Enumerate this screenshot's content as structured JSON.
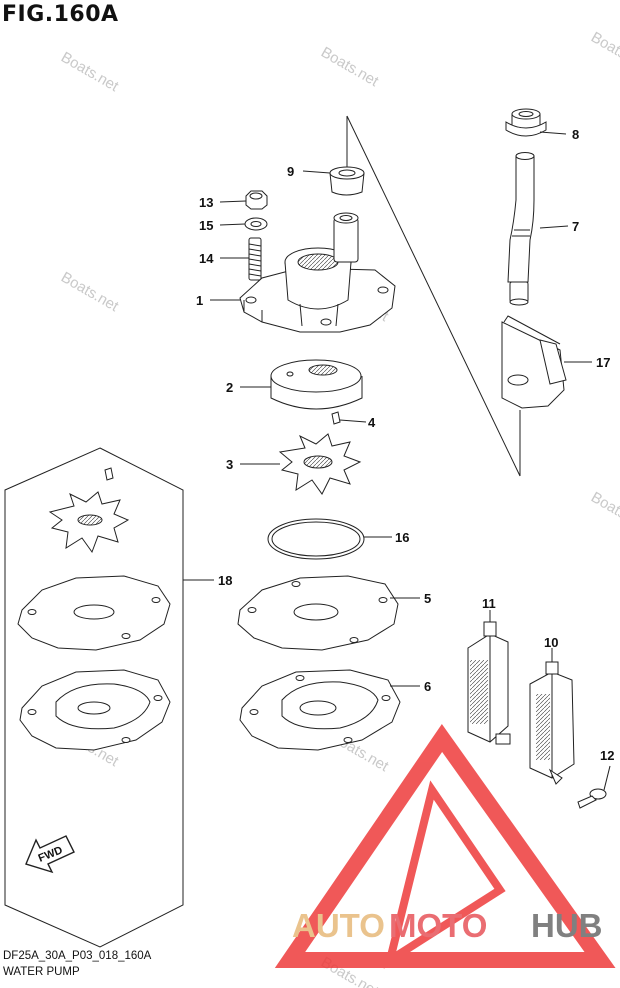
{
  "figure": {
    "title": "FIG.160A",
    "code": "DF25A_30A_P03_018_160A",
    "name": "WATER PUMP"
  },
  "callouts": [
    "1",
    "2",
    "3",
    "4",
    "5",
    "6",
    "7",
    "8",
    "9",
    "10",
    "11",
    "12",
    "13",
    "14",
    "15",
    "16",
    "17",
    "18"
  ],
  "fwd_label": "FWD",
  "watermark": "Boats.net",
  "brand": {
    "part1": "AUTO",
    "part2": "MOTO",
    "part3": "HUB",
    "color_auto": "#e7b97a",
    "color_moto": "#e7545a",
    "color_hub": "#6b6b6b",
    "triangle_color": "#ee3b3b"
  }
}
